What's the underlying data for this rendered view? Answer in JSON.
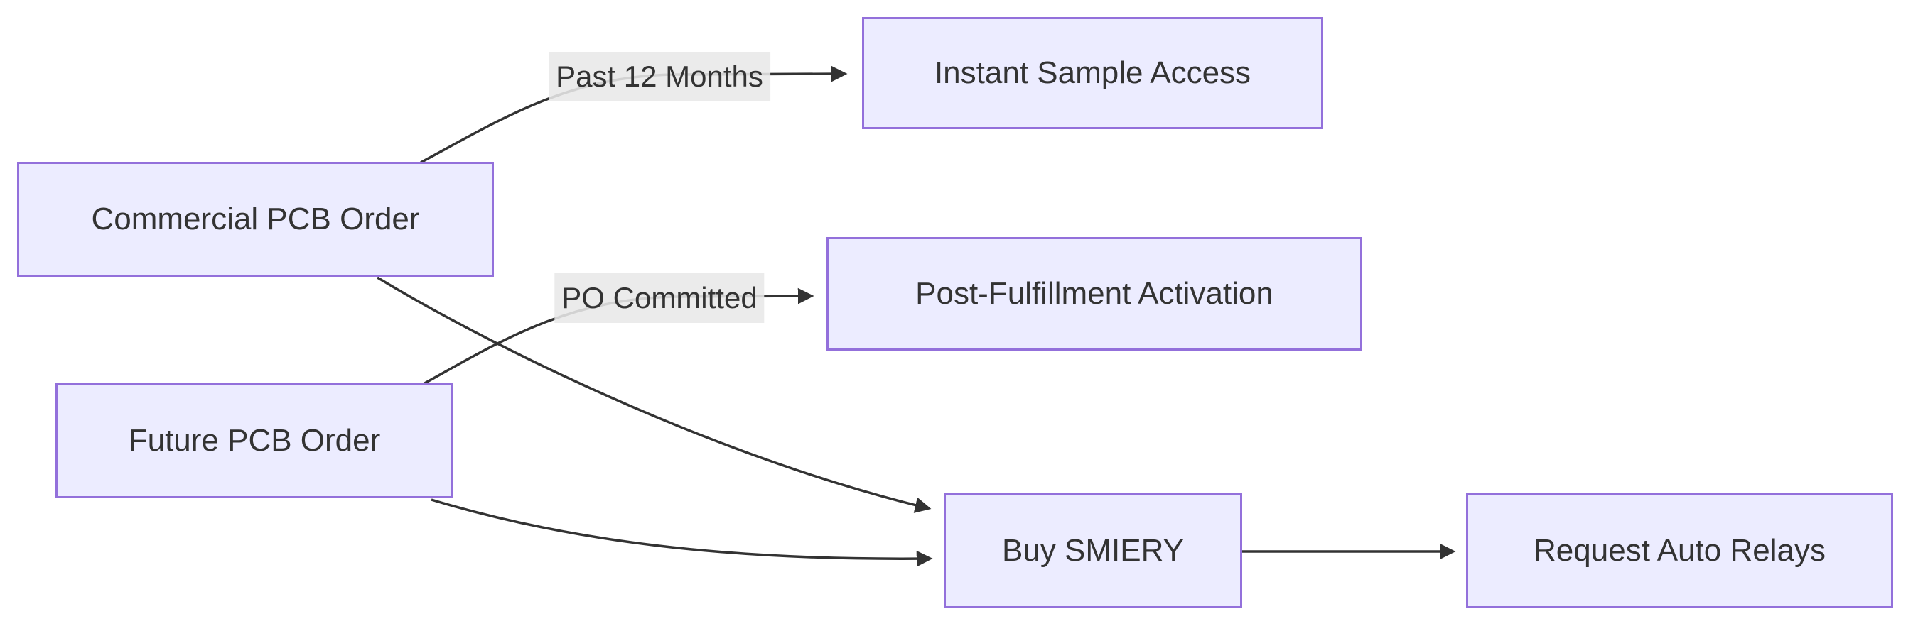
{
  "diagram": {
    "type": "flowchart",
    "direction": "left-to-right",
    "nodes": [
      {
        "id": "commercial",
        "label": "Commercial PCB Order"
      },
      {
        "id": "future",
        "label": "Future PCB Order"
      },
      {
        "id": "instant",
        "label": "Instant Sample Access"
      },
      {
        "id": "post",
        "label": "Post-Fulfillment Activation"
      },
      {
        "id": "buy",
        "label": "Buy SMIERY"
      },
      {
        "id": "request",
        "label": "Request Auto Relays"
      }
    ],
    "edges": [
      {
        "from": "Commercial PCB Order",
        "to": "Instant Sample Access",
        "label": "Past 12 Months"
      },
      {
        "from": "Future PCB Order",
        "to": "Post-Fulfillment Activation",
        "label": "PO Committed"
      },
      {
        "from": "Commercial PCB Order",
        "to": "Buy SMIERY",
        "label": ""
      },
      {
        "from": "Future PCB Order",
        "to": "Buy SMIERY",
        "label": ""
      },
      {
        "from": "Buy SMIERY",
        "to": "Request Auto Relays",
        "label": ""
      }
    ],
    "colors": {
      "background": "#ffffff",
      "node_fill": "#ECECFF",
      "node_border": "#9370DB",
      "edge": "#333333",
      "text": "#333333",
      "edge_label_bg": "#e8e8e8"
    }
  }
}
